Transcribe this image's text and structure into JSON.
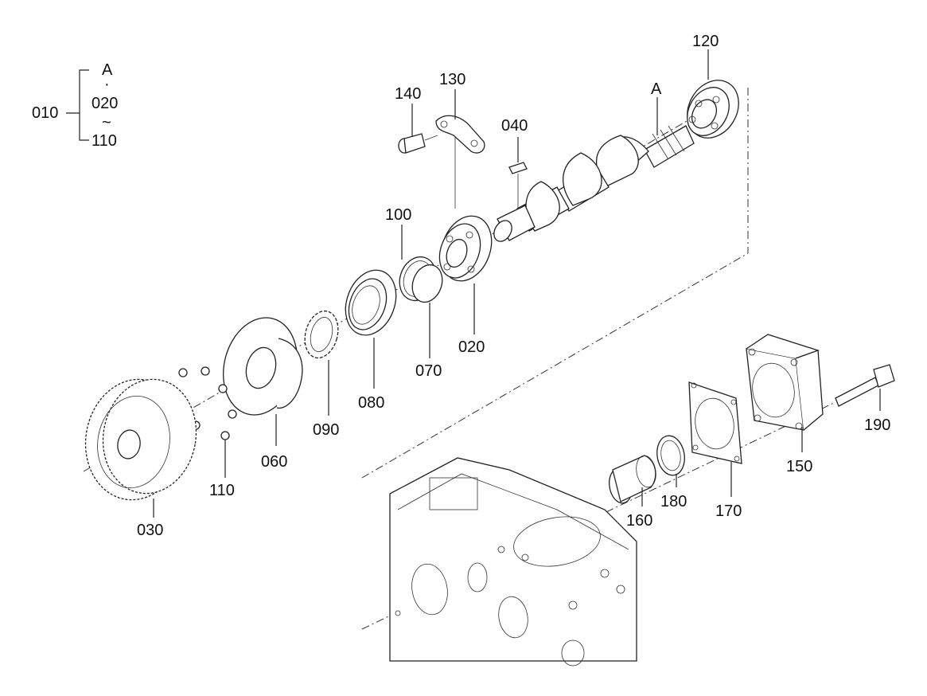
{
  "labels": {
    "l010": "010",
    "lA_top": "A",
    "l020a": "020",
    "l110a": "110",
    "l120": "120",
    "l130": "130",
    "l140": "140",
    "l040": "040",
    "lA_shaft": "A",
    "l100": "100",
    "l070": "070",
    "l020": "020",
    "l080": "080",
    "l090": "090",
    "l060": "060",
    "l110": "110",
    "l030": "030",
    "l150": "150",
    "l160": "160",
    "l170": "170",
    "l180": "180",
    "l190": "190"
  },
  "dot_glyph": "·",
  "tilde_glyph": "~"
}
